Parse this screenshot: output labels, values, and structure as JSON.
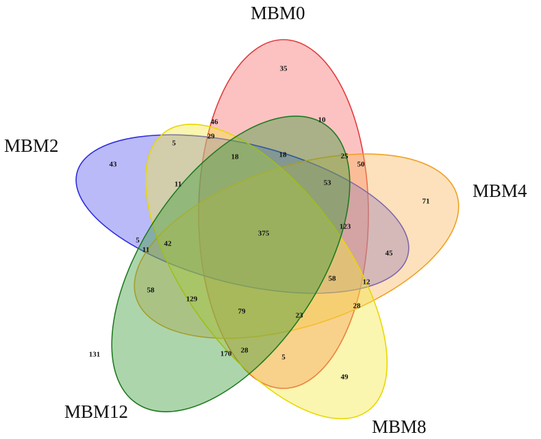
{
  "diagram": {
    "type": "venn",
    "sets": [
      {
        "name": "MBM0",
        "color": "#e23a3a",
        "fill": "#f76d6d"
      },
      {
        "name": "MBM2",
        "color": "#2b2be0",
        "fill": "#5a5af0"
      },
      {
        "name": "MBM4",
        "color": "#f0a020",
        "fill": "#f8b860"
      },
      {
        "name": "MBM8",
        "color": "#e8d800",
        "fill": "#f4e840"
      },
      {
        "name": "MBM12",
        "color": "#1f7a1f",
        "fill": "#3a9a3a"
      }
    ],
    "regions": [
      {
        "sets": [
          "MBM0"
        ],
        "count": "35"
      },
      {
        "sets": [
          "MBM0",
          "MBM12"
        ],
        "count": "10"
      },
      {
        "sets": [
          "MBM0",
          "MBM2"
        ],
        "count": "46"
      },
      {
        "sets": [
          "MBM0",
          "MBM2",
          "MBM8"
        ],
        "count": "29"
      },
      {
        "sets": [
          "MBM2",
          "MBM8"
        ],
        "count": "5"
      },
      {
        "sets": [
          "MBM2"
        ],
        "count": "43"
      },
      {
        "sets": [
          "MBM0",
          "MBM2",
          "MBM8",
          "MBM12"
        ],
        "count": "18"
      },
      {
        "sets": [
          "MBM0",
          "MBM2",
          "MBM12"
        ],
        "count": "18"
      },
      {
        "sets": [
          "MBM0",
          "MBM2",
          "MBM4",
          "MBM12"
        ],
        "count": "25"
      },
      {
        "sets": [
          "MBM0",
          "MBM4",
          "MBM12"
        ],
        "count": "50"
      },
      {
        "sets": [
          "MBM0",
          "MBM2",
          "MBM4",
          "MBM12",
          "MBM8_partial"
        ],
        "count": "53"
      },
      {
        "sets": [
          "MBM2",
          "MBM8",
          "MBM12"
        ],
        "count": "11"
      },
      {
        "sets": [
          "MBM4"
        ],
        "count": "71"
      },
      {
        "sets": [
          "MBM0",
          "MBM2",
          "MBM4",
          "MBM8"
        ],
        "count": "123"
      },
      {
        "sets": [
          "MBM0",
          "MBM2",
          "MBM4",
          "MBM8",
          "MBM12"
        ],
        "count": "375"
      },
      {
        "sets": [
          "MBM2",
          "MBM12"
        ],
        "count": "5"
      },
      {
        "sets": [
          "MBM2",
          "MBM4",
          "MBM12"
        ],
        "count": "11"
      },
      {
        "sets": [
          "MBM2",
          "MBM4",
          "MBM8",
          "MBM12"
        ],
        "count": "42"
      },
      {
        "sets": [
          "MBM2",
          "MBM4"
        ],
        "count": "45"
      },
      {
        "sets": [
          "MBM0",
          "MBM4",
          "MBM8"
        ],
        "count": "58"
      },
      {
        "sets": [
          "MBM0",
          "MBM4"
        ],
        "count": "12"
      },
      {
        "sets": [
          "MBM4",
          "MBM12"
        ],
        "count": "58"
      },
      {
        "sets": [
          "MBM4",
          "MBM8",
          "MBM12"
        ],
        "count": "129"
      },
      {
        "sets": [
          "MBM0",
          "MBM4",
          "MBM8",
          "MBM12"
        ],
        "count": "79"
      },
      {
        "sets": [
          "MBM0",
          "MBM4",
          "MBM8",
          "MBM12_b"
        ],
        "count": "23"
      },
      {
        "sets": [
          "MBM4",
          "MBM8"
        ],
        "count": "28"
      },
      {
        "sets": [
          "MBM12"
        ],
        "count": "131"
      },
      {
        "sets": [
          "MBM8",
          "MBM12"
        ],
        "count": "170"
      },
      {
        "sets": [
          "MBM0",
          "MBM8",
          "MBM12"
        ],
        "count": "28"
      },
      {
        "sets": [
          "MBM0",
          "MBM8"
        ],
        "count": "5"
      },
      {
        "sets": [
          "MBM8"
        ],
        "count": "49"
      }
    ]
  }
}
